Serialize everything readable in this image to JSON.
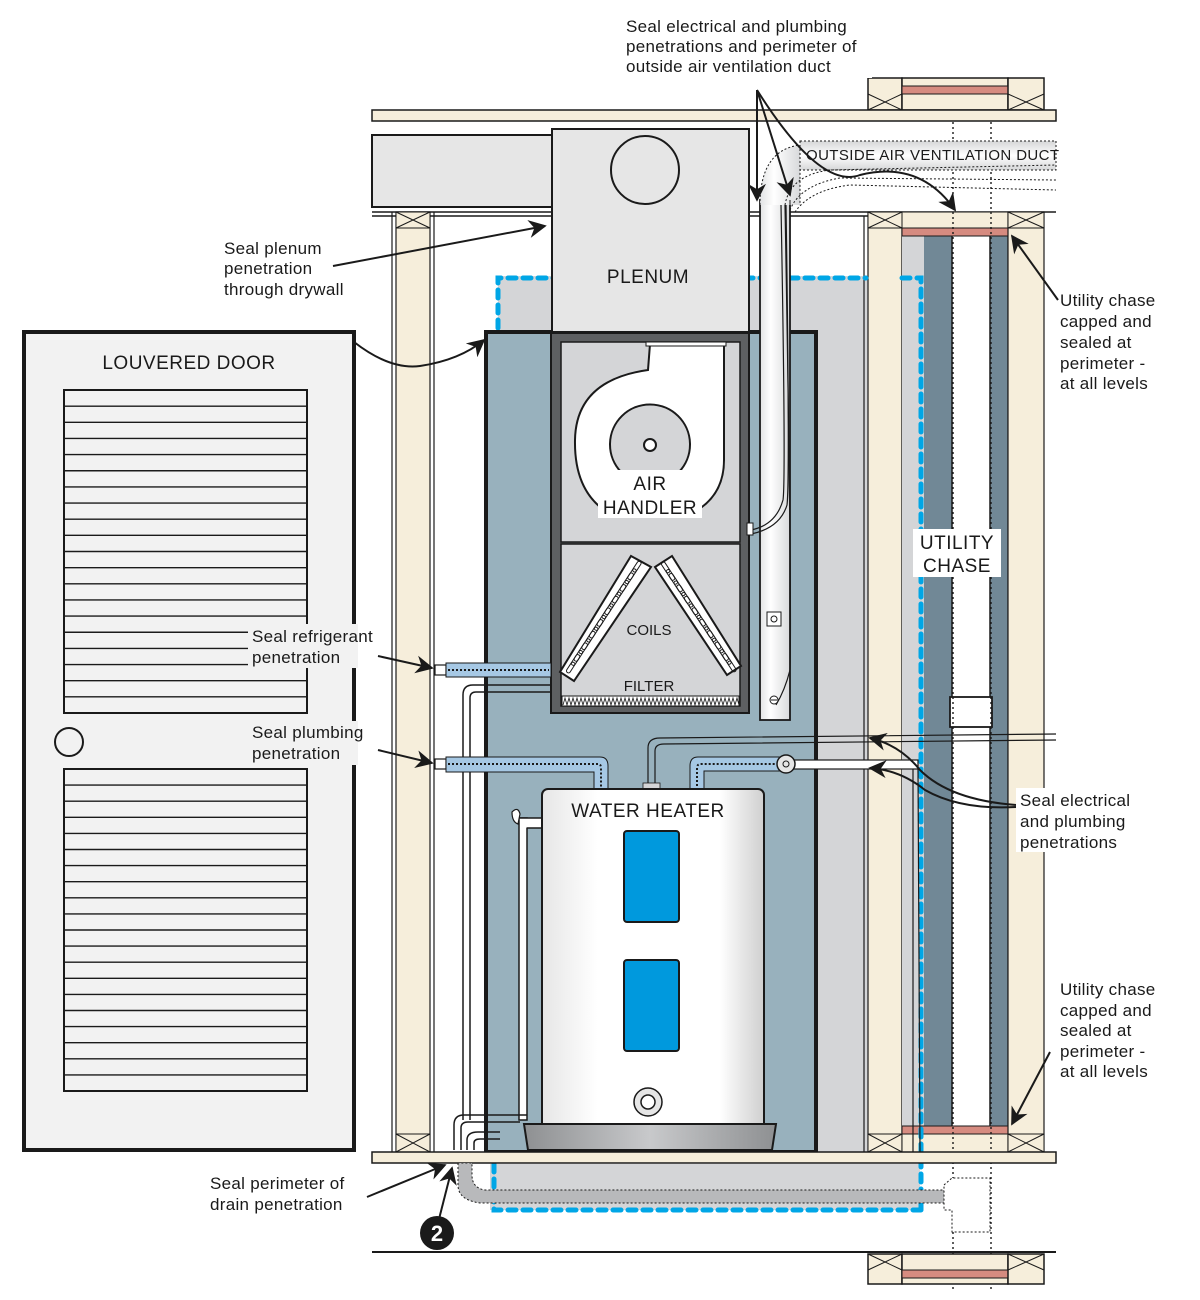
{
  "title": "Mechanical closet air sealing details",
  "colors": {
    "wood": "#f6eedb",
    "drywall_gray": "#d4d5d7",
    "closet_blue": "#98b1bd",
    "chase_slate": "#718896",
    "cap_pink": "#d68b80",
    "air_barrier_dash": "#00a6e6",
    "tank_window": "#0099dd",
    "outline": "#1a1a1a"
  },
  "components": {
    "door": "LOUVERED DOOR",
    "plenum": "PLENUM",
    "air_handler_line1": "AIR",
    "air_handler_line2": "HANDLER",
    "coils": "COILS",
    "filter": "FILTER",
    "water_heater": "WATER HEATER",
    "utility_chase_line1": "UTILITY",
    "utility_chase_line2": "CHASE",
    "outside_duct": "OUTSIDE AIR VENTILATION DUCT"
  },
  "callouts": {
    "top_seal": [
      "Seal electrical and plumbing",
      "penetrations and perimeter of",
      "outside air ventilation duct"
    ],
    "plenum_seal": [
      "Seal plenum",
      "penetration",
      "through drywall"
    ],
    "chase_top": [
      "Utility chase",
      "capped and",
      "sealed at",
      "perimeter -",
      "at all levels"
    ],
    "refrigerant": [
      "Seal refrigerant",
      "penetration"
    ],
    "plumbing": [
      "Seal plumbing",
      "penetration"
    ],
    "elec_plumb": [
      "Seal electrical",
      "and plumbing",
      "penetrations"
    ],
    "chase_bottom": [
      "Utility chase",
      "capped and",
      "sealed at",
      "perimeter -",
      "at all levels"
    ],
    "drain": [
      "Seal perimeter of",
      "drain penetration"
    ]
  },
  "step_badge": "2",
  "louver": {
    "upper_slats": 19,
    "lower_slats": 19
  }
}
